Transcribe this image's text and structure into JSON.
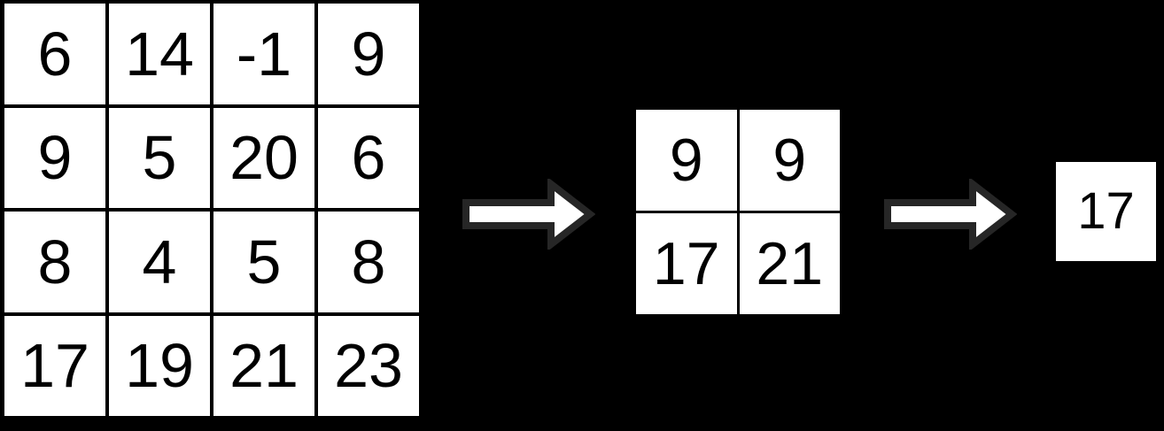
{
  "diagram": {
    "input_matrix": {
      "rows": [
        [
          "6",
          "14",
          "-1",
          "9"
        ],
        [
          "9",
          "5",
          "20",
          "6"
        ],
        [
          "8",
          "4",
          "5",
          "8"
        ],
        [
          "17",
          "19",
          "21",
          "23"
        ]
      ]
    },
    "pooled_matrix": {
      "rows": [
        [
          "9",
          "9"
        ],
        [
          "17",
          "21"
        ]
      ]
    },
    "output_value": "17",
    "icons": {
      "step1": "right-arrow-icon",
      "step2": "right-arrow-icon"
    },
    "colors": {
      "background": "#000000",
      "cell_fill": "#ffffff",
      "grid_line": "#000000",
      "text": "#000000",
      "arrow_fill": "#ffffff",
      "arrow_outline": "#262626"
    }
  }
}
